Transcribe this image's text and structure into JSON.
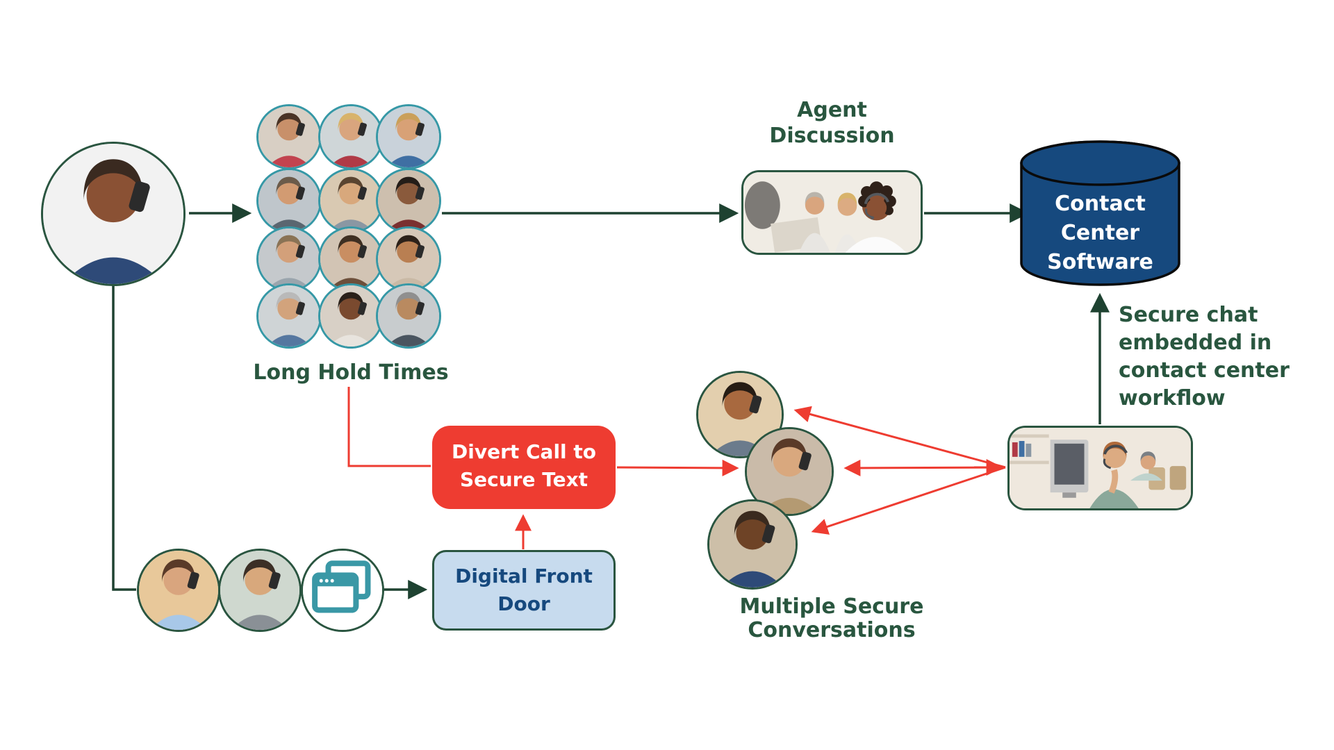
{
  "colors": {
    "label_green": "#29563f",
    "arrow_green": "#1e4231",
    "teal_accent": "#3698a6",
    "alert_red": "#ee3c31",
    "navy": "#16497e",
    "light_blue_fill": "#c7dbee"
  },
  "main_caller": {
    "description": "person-on-phone-photo",
    "palette": {
      "bg": "#f2f2f2",
      "skin": "#8a5134",
      "hair": "#3a2a20",
      "shirt": "#2e4a78"
    }
  },
  "callers_grid": {
    "label": "Long Hold Times",
    "people": [
      {
        "bg": "#d8cfc4",
        "skin": "#c8906a",
        "hair": "#4a3325",
        "shirt": "#c2434f"
      },
      {
        "bg": "#cfd6d8",
        "skin": "#d9a57e",
        "hair": "#d8b36a",
        "shirt": "#b03a46"
      },
      {
        "bg": "#c9d2da",
        "skin": "#d8a176",
        "hair": "#caa05a",
        "shirt": "#3f6fa3"
      },
      {
        "bg": "#bfc6cb",
        "skin": "#d29b72",
        "hair": "#6b5b4a",
        "shirt": "#5a6670"
      },
      {
        "bg": "#d9c9b2",
        "skin": "#d8a87c",
        "hair": "#5a4430",
        "shirt": "#8a97a3"
      },
      {
        "bg": "#cdbfae",
        "skin": "#8a5a3c",
        "hair": "#241d18",
        "shirt": "#7a3030"
      },
      {
        "bg": "#c5c9cc",
        "skin": "#d3a07a",
        "hair": "#8a7355",
        "shirt": "#9aa5ad"
      },
      {
        "bg": "#d2c4b4",
        "skin": "#c98e62",
        "hair": "#3e2f22",
        "shirt": "#6d4f3a"
      },
      {
        "bg": "#d6c8b8",
        "skin": "#b97f52",
        "hair": "#2c2119",
        "shirt": "#c9b9a5"
      },
      {
        "bg": "#cfd4d6",
        "skin": "#d2a37c",
        "hair": "#b9b9b9",
        "shirt": "#5577a0"
      },
      {
        "bg": "#d8d0c6",
        "skin": "#7a4a2f",
        "hair": "#2a2019",
        "shirt": "#e8e4de"
      },
      {
        "bg": "#c8ccce",
        "skin": "#b98a60",
        "hair": "#8f8f8f",
        "shirt": "#4a5560"
      }
    ]
  },
  "agent_discussion": {
    "line1": "Agent",
    "line2": "Discussion"
  },
  "contact_center_software": {
    "line1": "Contact",
    "line2": "Center",
    "line3": "Software"
  },
  "secure_chat_note": {
    "line1": "Secure chat",
    "line2": "embedded in",
    "line3": "contact center",
    "line4": "workflow"
  },
  "divert_box": {
    "line1": "Divert Call to",
    "line2": "Secure Text"
  },
  "digital_front_door": {
    "line1": "Digital Front",
    "line2": "Door"
  },
  "secure_conversations": {
    "label1": "Multiple Secure",
    "label2": "Conversations",
    "people": [
      {
        "bg": "#e3cfae",
        "skin": "#a8693f",
        "hair": "#261c14",
        "shirt": "#6b7b8c"
      },
      {
        "bg": "#cabba9",
        "skin": "#d9a87e",
        "hair": "#5a3a28",
        "shirt": "#b49a72"
      },
      {
        "bg": "#cdbfa8",
        "skin": "#6e4326",
        "hair": "#3a2a1e",
        "shirt": "#2e4a78"
      }
    ]
  },
  "web_visitors": {
    "icon": "browser-windows-icon",
    "people": [
      {
        "bg": "#e8c89a",
        "skin": "#d9a57e",
        "hair": "#5a3a28",
        "shirt": "#a8c8e8"
      },
      {
        "bg": "#cfd8cf",
        "skin": "#d8a87c",
        "hair": "#3c2f26",
        "shirt": "#8a9096"
      }
    ]
  }
}
